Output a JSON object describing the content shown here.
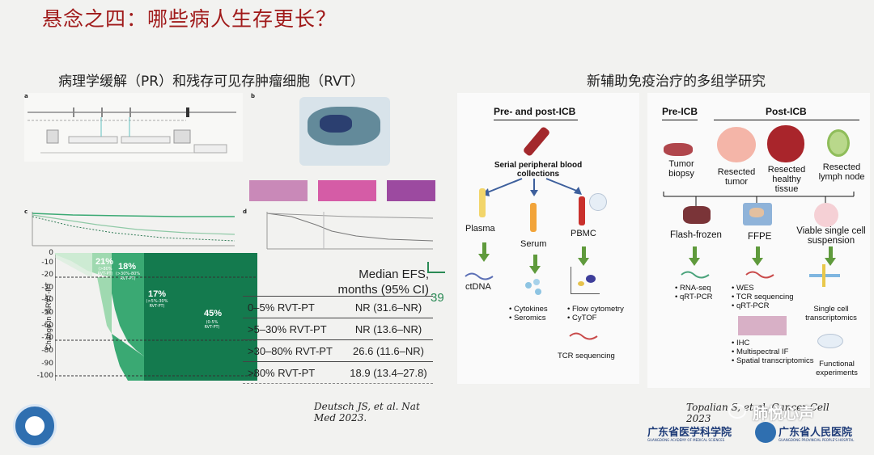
{
  "title": "悬念之四：哪些病人生存更长？",
  "left": {
    "subtitle": "病理学缓解（PR）和残存可见存肿瘤细胞（RVT）",
    "panel_labels": [
      "a",
      "b",
      "c",
      "d"
    ],
    "waterfall": {
      "ylabel": "Change in %RVT-PT",
      "ticks": [
        "0",
        "-10",
        "-20",
        "-30",
        "-40",
        "-50",
        "-60",
        "-70",
        "-80",
        "-90",
        "-100"
      ],
      "segments": [
        {
          "pct": "21%",
          "range": "(>80%\nRVT-PT)",
          "color": "#cdebd3"
        },
        {
          "pct": "18%",
          "range": "(>30%-80%\nRVT-PT)",
          "color": "#9fd9b0"
        },
        {
          "pct": "17%",
          "range": "(>5%-30%\nRVT-PT)",
          "color": "#3aa973"
        },
        {
          "pct": "45%",
          "range": "(0-5%\nRVT-PT)",
          "color": "#147a4e"
        }
      ]
    },
    "efs_table": {
      "header_line1": "Median EFS,",
      "header_line2": "months (95% CI)",
      "rows": [
        {
          "group": "0–5% RVT-PT",
          "value": "NR (31.6–NR)"
        },
        {
          "group": ">5–30% RVT-PT",
          "value": "NR (13.6–NR)"
        },
        {
          "group": ">30–80% RVT-PT",
          "value": "26.6 (11.6–NR)"
        },
        {
          "group": ">80% RVT-PT",
          "value": "18.9 (13.4–27.8)"
        }
      ]
    },
    "side_number": "39",
    "citation_line1": "Deutsch JS, et al. Nat",
    "citation_line2": "Med 2023."
  },
  "right": {
    "subtitle": "新辅助免疫治疗的多组学研究",
    "blood": {
      "heading": "Pre- and post-ICB",
      "collection": "Serial peripheral blood collections",
      "plasma": "Plasma",
      "serum": "Serum",
      "pbmc": "PBMC",
      "ctdna": "ctDNA",
      "serum_items": [
        "Cytokines",
        "Seromics"
      ],
      "pbmc_items": [
        "Flow cytometry",
        "CyTOF"
      ],
      "tcr": "TCR sequencing"
    },
    "tissue": {
      "pre": "Pre-ICB",
      "post": "Post-ICB",
      "tumor_biopsy": "Tumor biopsy",
      "resected_tumor": "Resected tumor",
      "resected_healthy": "Resected healthy tissue",
      "resected_lymph": "Resected lymph node",
      "flash": "Flash-frozen",
      "ffpe": "FFPE",
      "viable": "Viable single cell suspension",
      "flash_items": [
        "RNA-seq",
        "qRT-PCR"
      ],
      "ffpe_items": [
        "WES",
        "TCR sequencing",
        "qRT-PCR"
      ],
      "ihc_items": [
        "IHC",
        "Multispectral IF",
        "Spatial transcriptomics"
      ],
      "single_cell": "Single cell transcriptomics",
      "functional": "Functional experiments"
    },
    "citation_line1": "Topalian S, et al. Cancer Cell",
    "citation_line2": "2023"
  },
  "footer": {
    "academy": "广东省医学科学院",
    "academy_en": "GUANGDONG ACADEMY OF MEDICAL SCIENCES",
    "hospital": "广东省人民医院",
    "hospital_en": "GUANGDONG PROVINCIAL PEOPLE'S HOSPITAL",
    "wechat": "肺悦心声"
  },
  "colors": {
    "title": "#a01a1a",
    "accent_green": "#5f9a3c",
    "arrow_blue": "#3d5f9c",
    "dark_green": "#147a4e"
  }
}
